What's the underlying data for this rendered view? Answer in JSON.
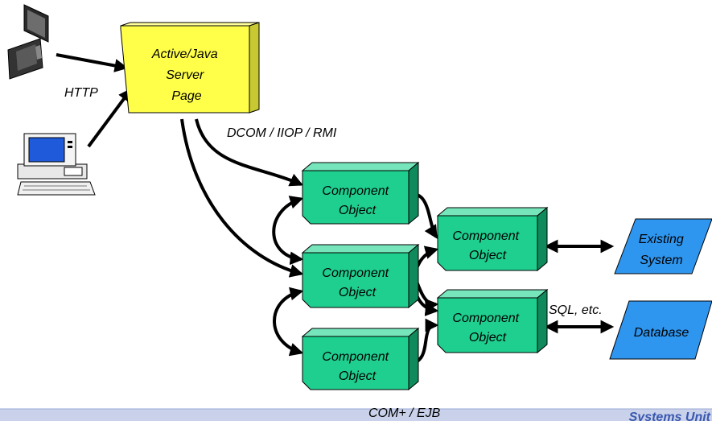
{
  "labels": {
    "server_page": [
      "Active/Java",
      "Server",
      "Page"
    ],
    "component": [
      "Component",
      "Object"
    ],
    "existing": [
      "Existing",
      "System"
    ],
    "database": "Database",
    "http": "HTTP",
    "dcom": "DCOM / IIOP / RMI",
    "sql": "SQL, etc.",
    "complus": "COM+ / EJB",
    "corner": "Systems Unit"
  },
  "colors": {
    "server_front": "#ffff4a",
    "server_top": "#ffff9c",
    "server_side": "#c8c832",
    "comp_front": "#1fcf90",
    "comp_top": "#76e5bb",
    "comp_side": "#0f8a5c",
    "parallelogram": "#2f96f0",
    "footer_band": "#c9d2ea",
    "corner_text": "#3a58b0"
  },
  "icons": [
    "laptop-icon",
    "desktop-computer-icon"
  ]
}
